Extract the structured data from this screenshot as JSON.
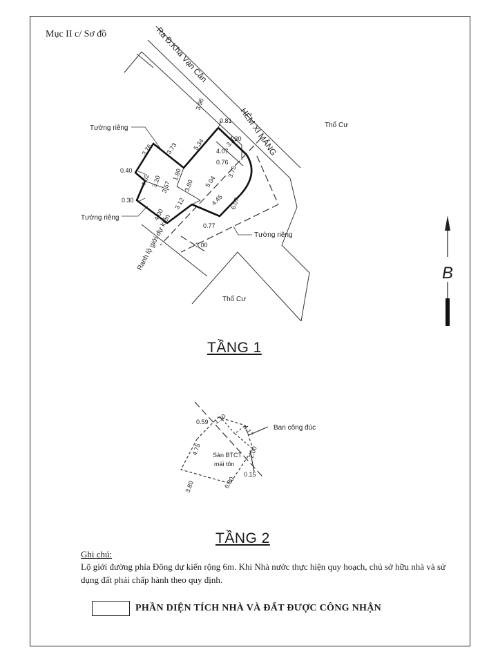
{
  "header": "Mục II c/ Sơ đồ",
  "labels": {
    "road": "Ra Đ.Kha Vạn Cân",
    "alley": "HẺM XI MĂNG",
    "neighbor_right": "Thổ Cư",
    "neighbor_bottom": "Thổ Cư",
    "wall_top": "Tường riêng",
    "wall_left": "Tường riêng",
    "wall_bottom": "Tường riêng",
    "setback": "Ranh lộ giới dự kiến"
  },
  "dims_floor1": {
    "d396": "3.96",
    "d081": "0.81",
    "d420": "4.20",
    "d381": "3.81",
    "d407": "4.07",
    "d076": "0.76",
    "d376": "3.76",
    "d373": "3.73",
    "d534": "5.34",
    "d180": "1.80",
    "d380": "3.80",
    "d504": "5.04",
    "d040": "0.40",
    "d030": "0.30",
    "d402": "4.02",
    "d320": "3.20",
    "d357": "3.57",
    "d312": "3.12",
    "d445": "4.45",
    "d400": "4.00",
    "d607": "6.07",
    "d077": "0.77",
    "d300": "3.00",
    "d375": "3.75"
  },
  "floor1_title": "TẦNG 1",
  "floor2": {
    "d059": "0.59",
    "d110": "1.10",
    "d417": "4.17",
    "d475": "4.75",
    "d200": "2.00",
    "d015": "0.15",
    "d680": "6.80",
    "d380": "3.80",
    "balcony": "Ban công đúc",
    "slab1": "Sàn BTCT",
    "slab2": "mái tôn"
  },
  "floor2_title": "TẦNG 2",
  "note": {
    "heading": "Ghi chú:",
    "body": "Lộ giới đường phía Đông dự kiến rộng 6m. Khi Nhà nước thực hiện quy hoạch, chủ sở hữu nhà và sử dụng đất phải chấp hành theo quy định."
  },
  "legend": "PHẦN DIỆN TÍCH NHÀ VÀ ĐẤT ĐƯỢC CÔNG NHẬN",
  "north": "B"
}
